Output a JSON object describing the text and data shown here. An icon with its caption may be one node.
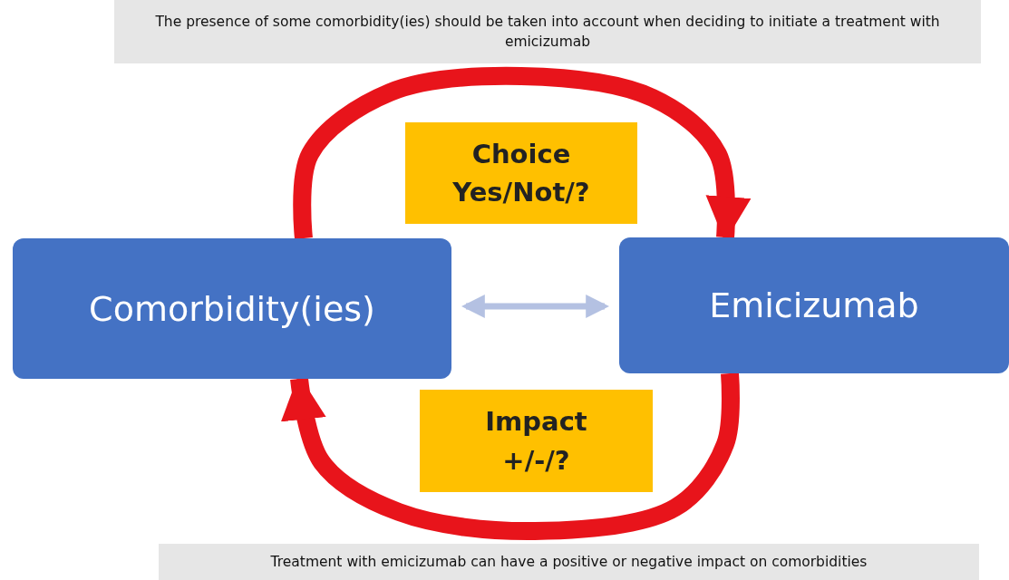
{
  "diagram": {
    "nodes": [
      {
        "text": [
          "The presence of some comorbidity(ies) should be taken  into account when deciding to initiate a treatment with emicizumab"
        ]
      },
      {
        "text": [
          "Comorbidity(ies)"
        ]
      },
      {
        "text": [
          "Emicizumab"
        ]
      },
      {
        "text": [
          "Choice",
          "Yes/Not/?"
        ]
      },
      {
        "text": [
          "Impact",
          "+/-/?"
        ]
      },
      {
        "text": [
          "Treatment with emicizumab can have a positive or negative impact on comorbidities"
        ]
      }
    ],
    "edges": [
      {
        "from": 1,
        "to": 2,
        "arrow": "to"
      },
      {
        "from": 2,
        "to": 1,
        "arrow": "to"
      },
      {
        "from": 1,
        "to": 2,
        "arrow": "both",
        "color": "#b4c1e2"
      }
    ]
  }
}
